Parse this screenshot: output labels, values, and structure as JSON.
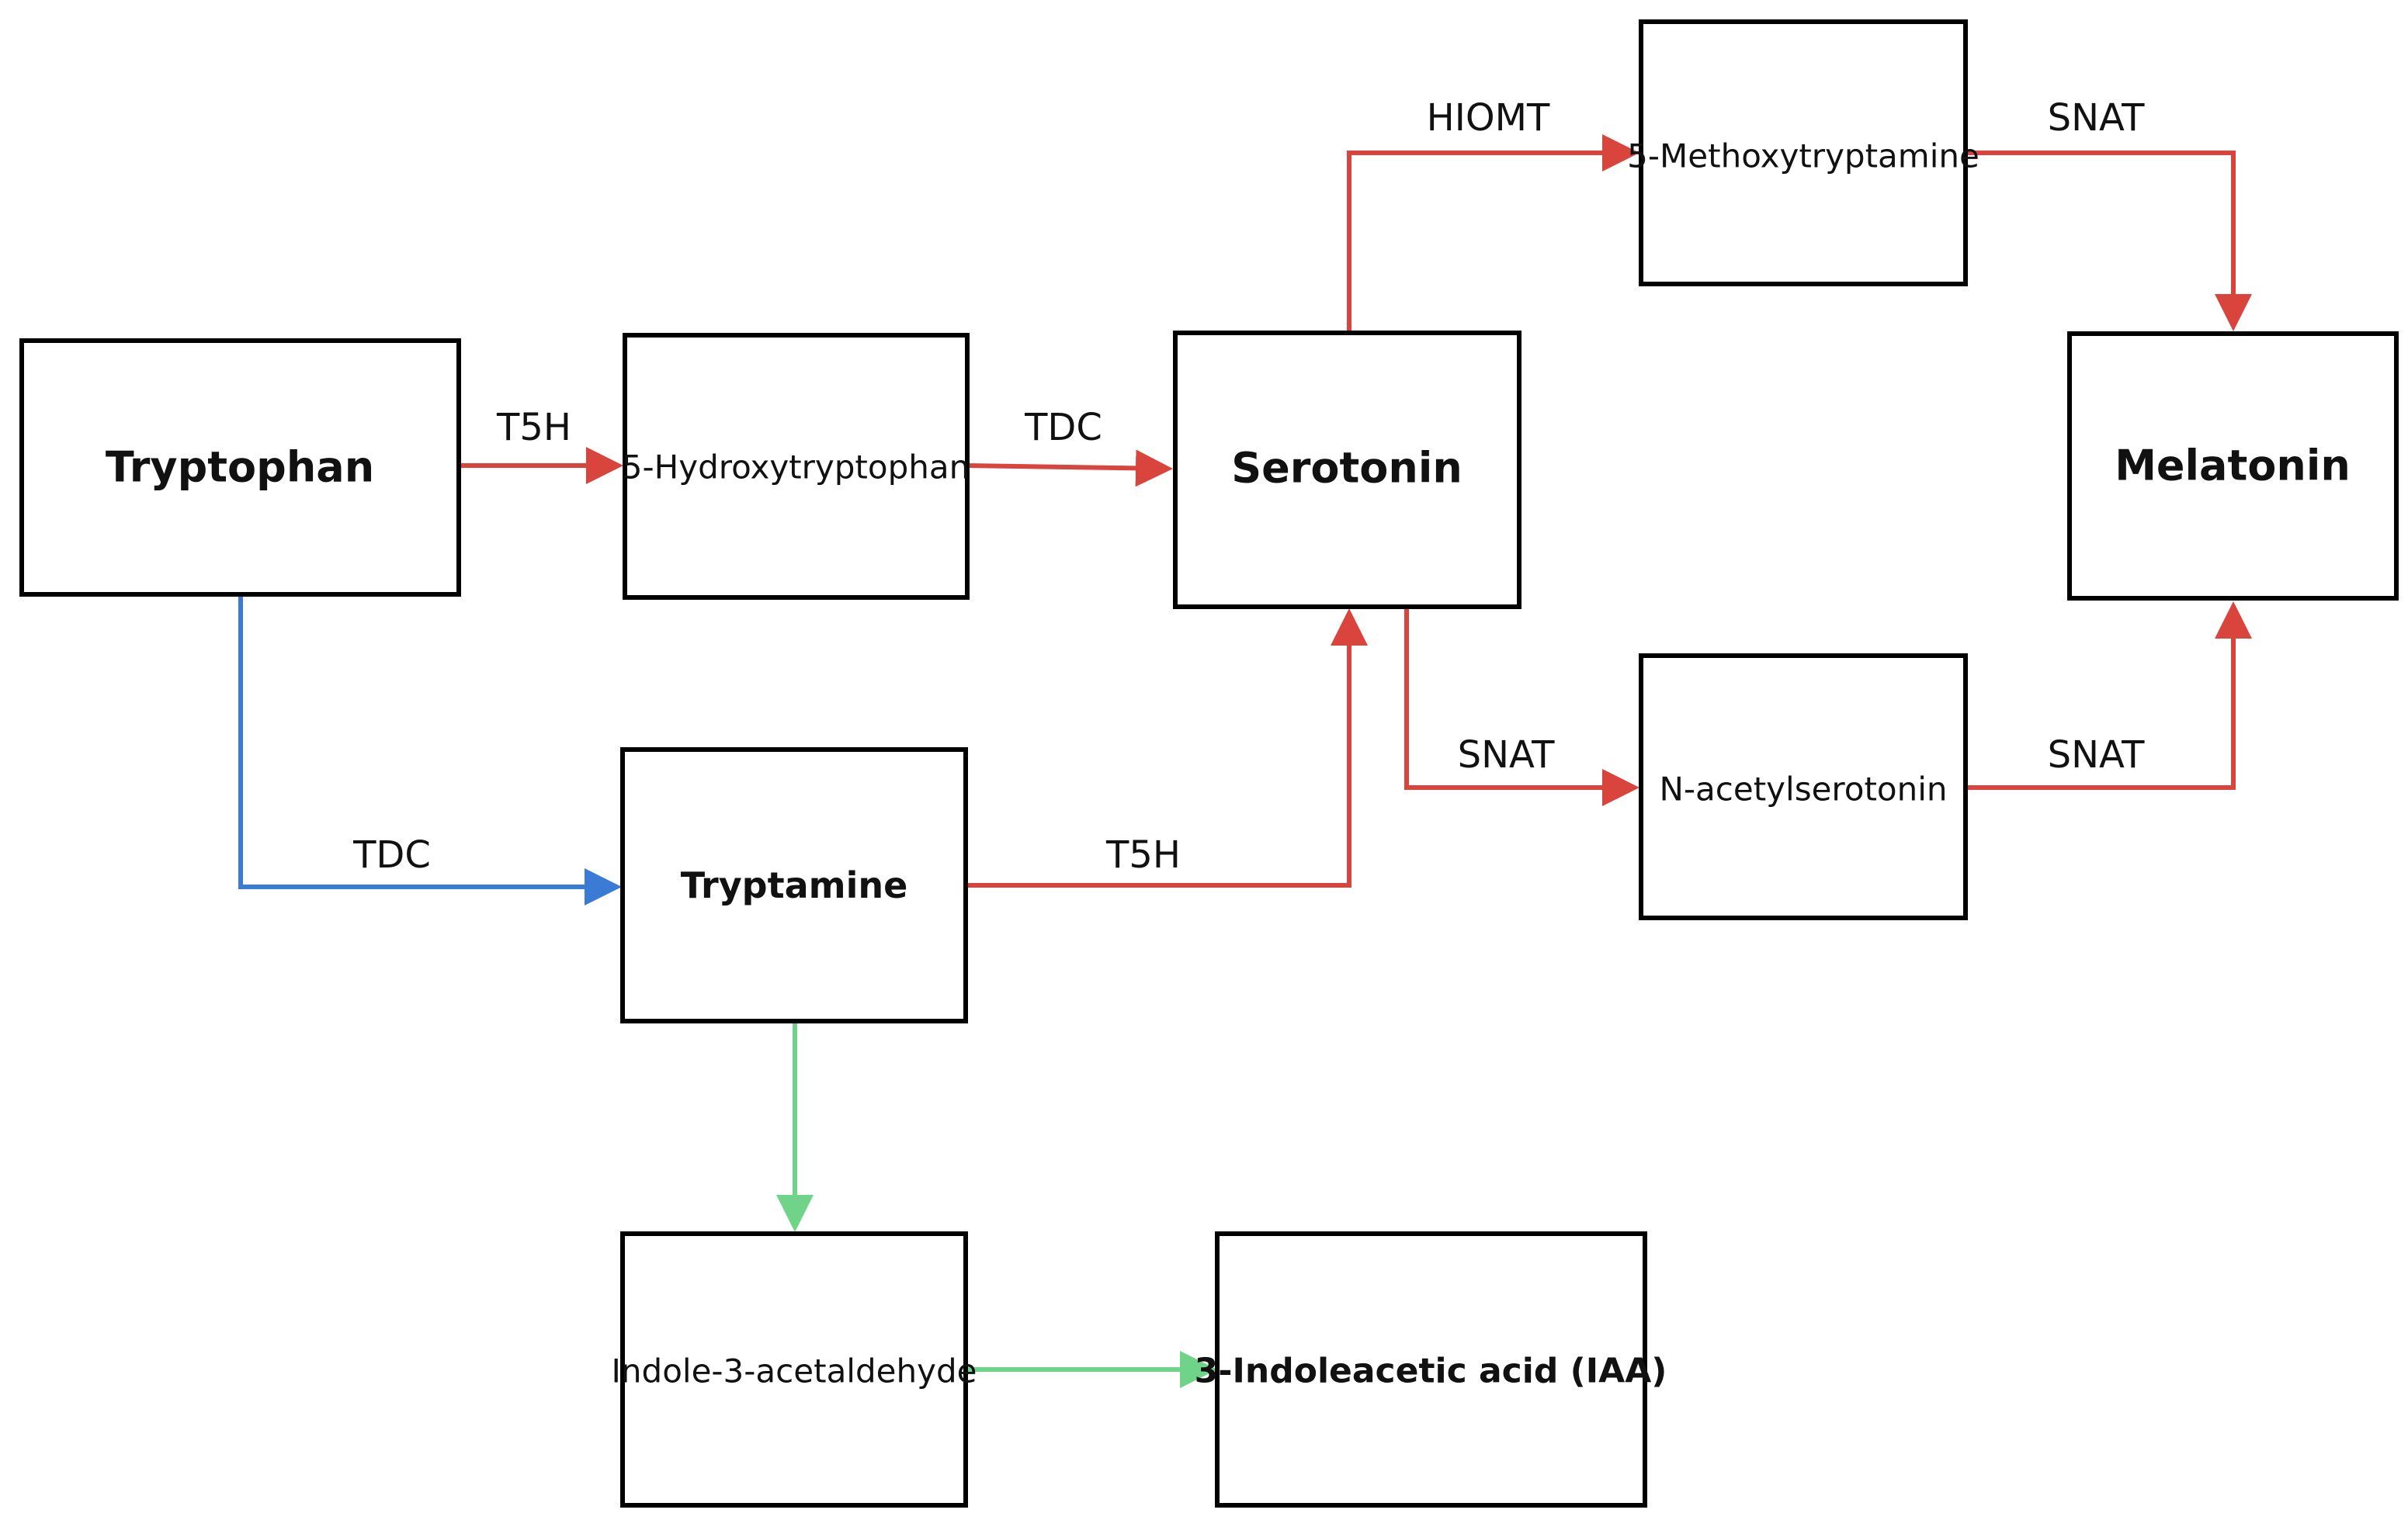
{
  "colors": {
    "red": "#d9453d",
    "blue": "#3a7bd5",
    "green": "#6fd38a"
  },
  "nodes": {
    "tryptophan": "Tryptophan",
    "hydroxytryptophan": "5-Hydroxytryptophan",
    "serotonin": "Serotonin",
    "methoxytryptamine": "5-Methoxytryptamine",
    "melatonin": "Melatonin",
    "acetylserotonin": "N-acetylserotonin",
    "tryptamine": "Tryptamine",
    "indole_acetaldehyde": "Indole-3-acetaldehyde",
    "iaa": "3-Indoleacetic acid (IAA)"
  },
  "enzymes": {
    "t5h_top": "T5H",
    "tdc_top": "TDC",
    "hiomt": "HIOMT",
    "snat_top": "SNAT",
    "snat_mid": "SNAT",
    "snat_right": "SNAT",
    "tdc_bottom": "TDC",
    "t5h_bottom": "T5H"
  }
}
